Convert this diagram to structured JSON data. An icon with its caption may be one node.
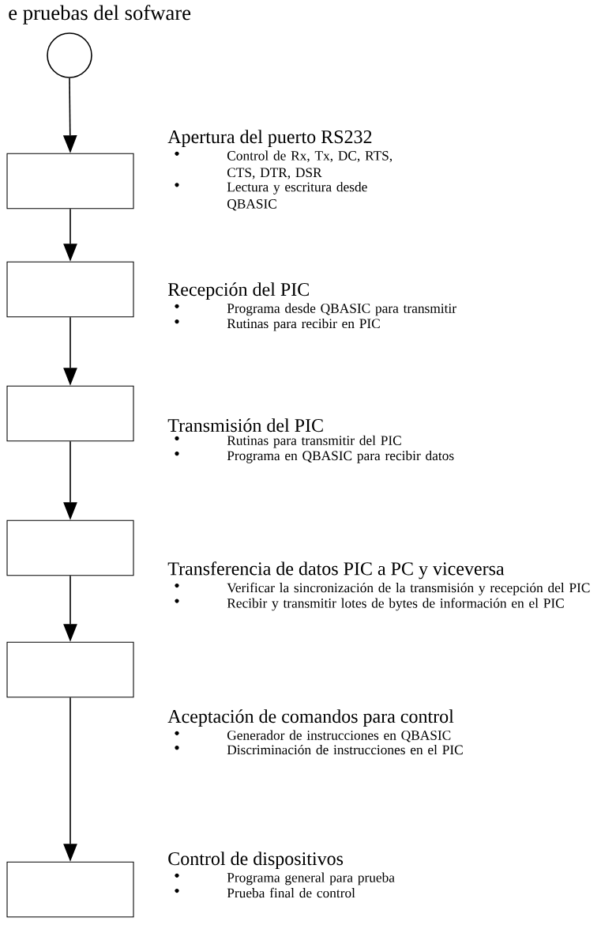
{
  "diagram": {
    "title": "e pruebas del sofware",
    "nodes": [
      {
        "text": [],
        "shape": "circle"
      },
      {
        "text": [],
        "shape": "box",
        "beside": [
          "Apertura del puerto RS232",
          "Control de Rx, Tx, DC, RTS, CTS, DTR, DSR",
          "Lectura y escritura desde QBASIC"
        ]
      },
      {
        "text": [],
        "shape": "box",
        "beside": [
          "Recepción del PIC",
          "Programa desde QBASIC para transmitir",
          "Rutinas para recibir en PIC"
        ]
      },
      {
        "text": [],
        "shape": "box",
        "beside": [
          "Transmisión del PIC",
          "Rutinas para transmitir del PIC",
          "Programa en QBASIC para recibir datos"
        ]
      },
      {
        "text": [],
        "shape": "box",
        "beside": [
          "Transferencia de datos PIC a PC y viceversa",
          "Verificar la sincronización de la transmisión y recepción del PIC",
          "Recibir y transmitir lotes de bytes de información en el PIC"
        ]
      },
      {
        "text": [],
        "shape": "box",
        "beside": [
          "Aceptación de comandos para control",
          "Generador de instrucciones en QBASIC",
          "Discriminación de instrucciones en el PIC"
        ]
      },
      {
        "text": [],
        "shape": "box",
        "beside": [
          "Control de dispositivos",
          "Programa general para prueba",
          "Prueba final de control"
        ]
      }
    ],
    "edges": [
      {
        "from": 0,
        "to": 1,
        "arrow": "to"
      },
      {
        "from": 1,
        "to": 2,
        "arrow": "to"
      },
      {
        "from": 2,
        "to": 3,
        "arrow": "to"
      },
      {
        "from": 3,
        "to": 4,
        "arrow": "to"
      },
      {
        "from": 4,
        "to": 5,
        "arrow": "to"
      },
      {
        "from": 5,
        "to": 6,
        "arrow": "to"
      }
    ]
  }
}
